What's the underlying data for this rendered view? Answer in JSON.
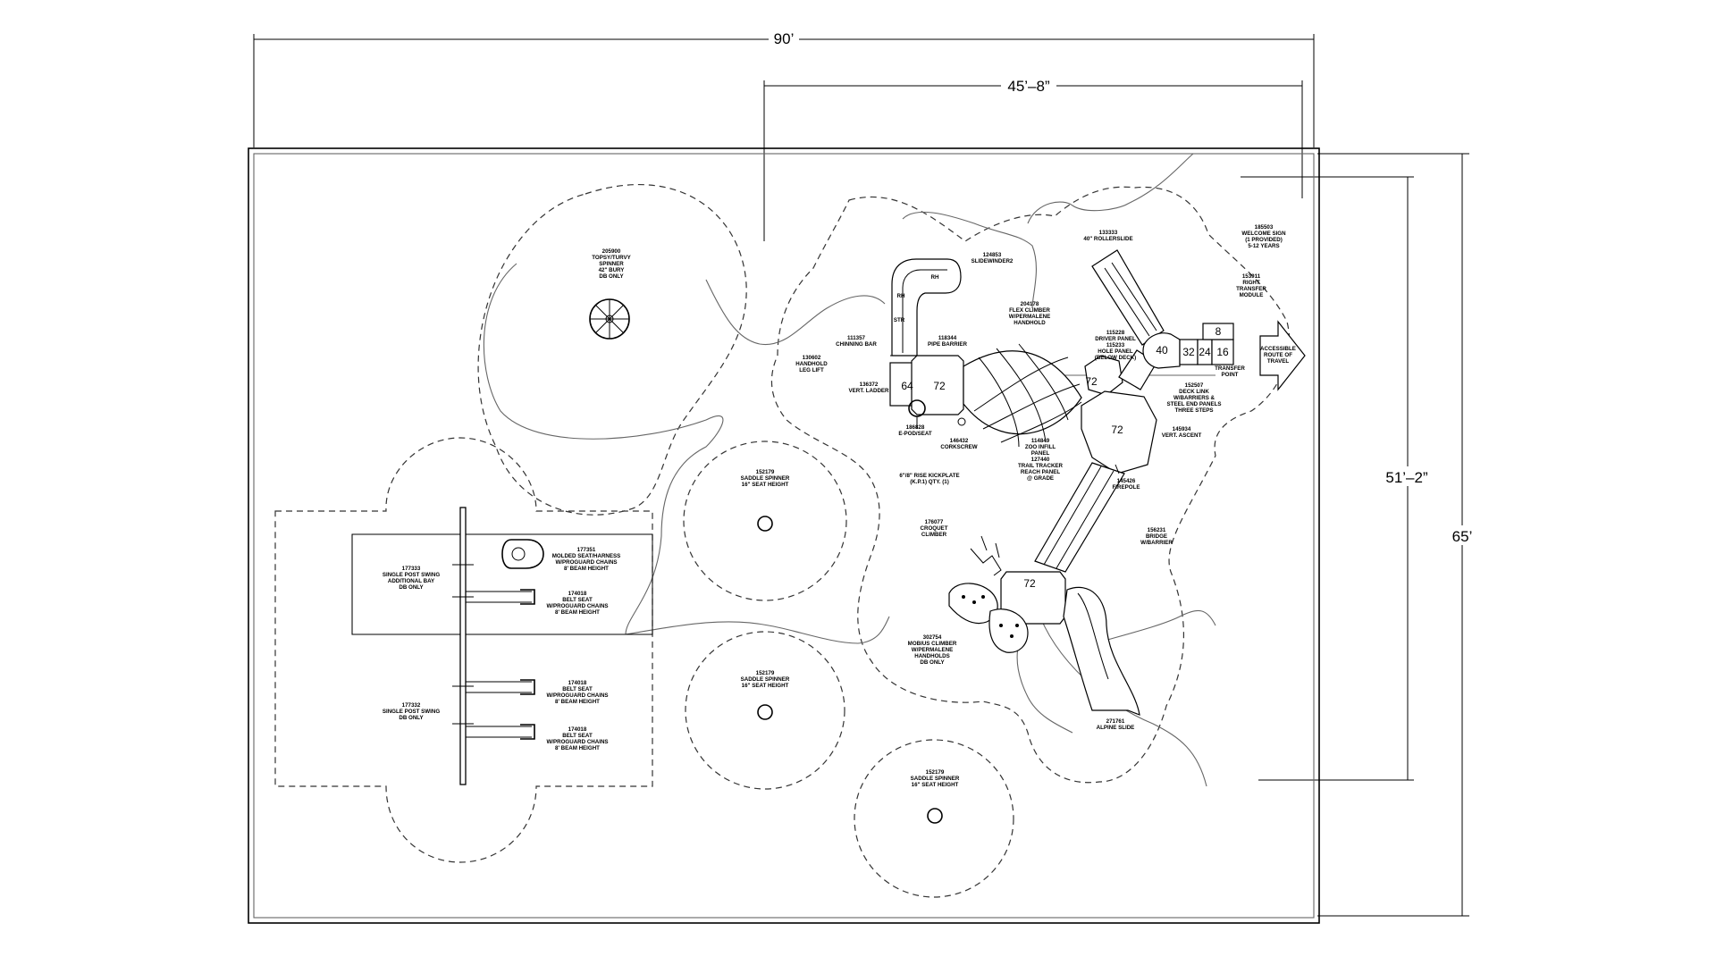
{
  "dimensions": {
    "overall_width": "90’",
    "structure_width": "45’–8”",
    "structure_depth": "51’–2”",
    "overall_depth": "65’"
  },
  "deck_numbers": {
    "d64": "64",
    "d72a": "72",
    "d72b": "72",
    "d72c": "72",
    "d72d": "72",
    "d40": "40",
    "d32": "32",
    "d24": "24",
    "d16": "16",
    "d8": "8"
  },
  "slide_marks": {
    "rh": "RH",
    "str": "STR"
  },
  "labels": [
    {
      "key": "topsy",
      "lines": [
        "205900",
        "TOPSY/TURVY",
        "SPINNER",
        "42\" BURY",
        "DB ONLY"
      ]
    },
    {
      "key": "slidewinder",
      "lines": [
        "124853",
        "SLIDEWINDER2"
      ]
    },
    {
      "key": "rollerslide",
      "lines": [
        "133333",
        "40\" ROLLERSLIDE"
      ]
    },
    {
      "key": "welcome",
      "lines": [
        "185503",
        "WELCOME SIGN",
        "(1 PROVIDED)",
        "5-12 YEARS"
      ]
    },
    {
      "key": "transfer_module",
      "lines": [
        "153911",
        "RIGHT",
        "TRANSFER",
        "MODULE"
      ]
    },
    {
      "key": "flex_climber",
      "lines": [
        "204178",
        "FLEX CLIMBER",
        "W/PERMALENE",
        "HANDHOLD"
      ]
    },
    {
      "key": "chinning",
      "lines": [
        "111357",
        "CHINNING BAR"
      ]
    },
    {
      "key": "pipe_barrier",
      "lines": [
        "118344",
        "PIPE BARRIER"
      ]
    },
    {
      "key": "driver_panel",
      "lines": [
        "115228",
        "DRIVER PANEL",
        "115233",
        "HOLE PANEL",
        "(BELOW DECK)"
      ]
    },
    {
      "key": "handhold",
      "lines": [
        "130602",
        "HANDHOLD",
        "LEG LIFT"
      ]
    },
    {
      "key": "ladder",
      "lines": [
        "136372",
        "VERT. LADDER"
      ]
    },
    {
      "key": "transfer_point",
      "lines": [
        "TRANSFER",
        "POINT"
      ]
    },
    {
      "key": "accessible",
      "lines": [
        "ACCESSIBLE",
        "ROUTE OF",
        "TRAVEL"
      ]
    },
    {
      "key": "deck_link",
      "lines": [
        "152507",
        "DECK LINK",
        "W/BARRIERS &",
        "STEEL END PANELS",
        "THREE STEPS"
      ]
    },
    {
      "key": "epod",
      "lines": [
        "186828",
        "E-POD/SEAT"
      ]
    },
    {
      "key": "corkscrew",
      "lines": [
        "146432",
        "CORKSCREW"
      ]
    },
    {
      "key": "vert_ascent",
      "lines": [
        "145934",
        "VERT. ASCENT"
      ]
    },
    {
      "key": "zoo",
      "lines": [
        "114849",
        "ZOO INFILL",
        "PANEL",
        "127440",
        "TRAIL TRACKER",
        "REACH PANEL",
        "@ GRADE"
      ]
    },
    {
      "key": "firepole",
      "lines": [
        "145426",
        "FIREPOLE"
      ]
    },
    {
      "key": "saddle1",
      "lines": [
        "152179",
        "SADDLE SPINNER",
        "16\" SEAT HEIGHT"
      ]
    },
    {
      "key": "kickplate",
      "lines": [
        "6\"/8\" RISE KICKPLATE",
        "(K.P.1) QTY. (1)"
      ]
    },
    {
      "key": "croquet",
      "lines": [
        "176077",
        "CROQUET",
        "CLIMBER"
      ]
    },
    {
      "key": "bridge",
      "lines": [
        "156231",
        "BRIDGE",
        "W/BARRIER"
      ]
    },
    {
      "key": "swing_add",
      "lines": [
        "177333",
        "SINGLE POST SWING",
        "ADDITIONAL BAY",
        "DB ONLY"
      ]
    },
    {
      "key": "molded_seat",
      "lines": [
        "177351",
        "MOLDED SEAT/HARNESS",
        "W/PROGUARD CHAINS",
        "8' BEAM HEIGHT"
      ]
    },
    {
      "key": "belt1",
      "lines": [
        "174018",
        "BELT SEAT",
        "W/PROGUARD CHAINS",
        "8' BEAM HEIGHT"
      ]
    },
    {
      "key": "mobius",
      "lines": [
        "302754",
        "MOBIUS CLIMBER",
        "W/PERMALENE",
        "HANDHOLDS",
        "DB ONLY"
      ]
    },
    {
      "key": "saddle2",
      "lines": [
        "152179",
        "SADDLE SPINNER",
        "16\" SEAT HEIGHT"
      ]
    },
    {
      "key": "alpine",
      "lines": [
        "271761",
        "ALPINE SLIDE"
      ]
    },
    {
      "key": "belt2",
      "lines": [
        "174018",
        "BELT SEAT",
        "W/PROGUARD CHAINS",
        "8' BEAM HEIGHT"
      ]
    },
    {
      "key": "swing_single",
      "lines": [
        "177332",
        "SINGLE POST SWING",
        "DB ONLY"
      ]
    },
    {
      "key": "belt3",
      "lines": [
        "174018",
        "BELT SEAT",
        "W/PROGUARD CHAINS",
        "8' BEAM HEIGHT"
      ]
    },
    {
      "key": "saddle3",
      "lines": [
        "152179",
        "SADDLE SPINNER",
        "16\" SEAT HEIGHT"
      ]
    }
  ]
}
